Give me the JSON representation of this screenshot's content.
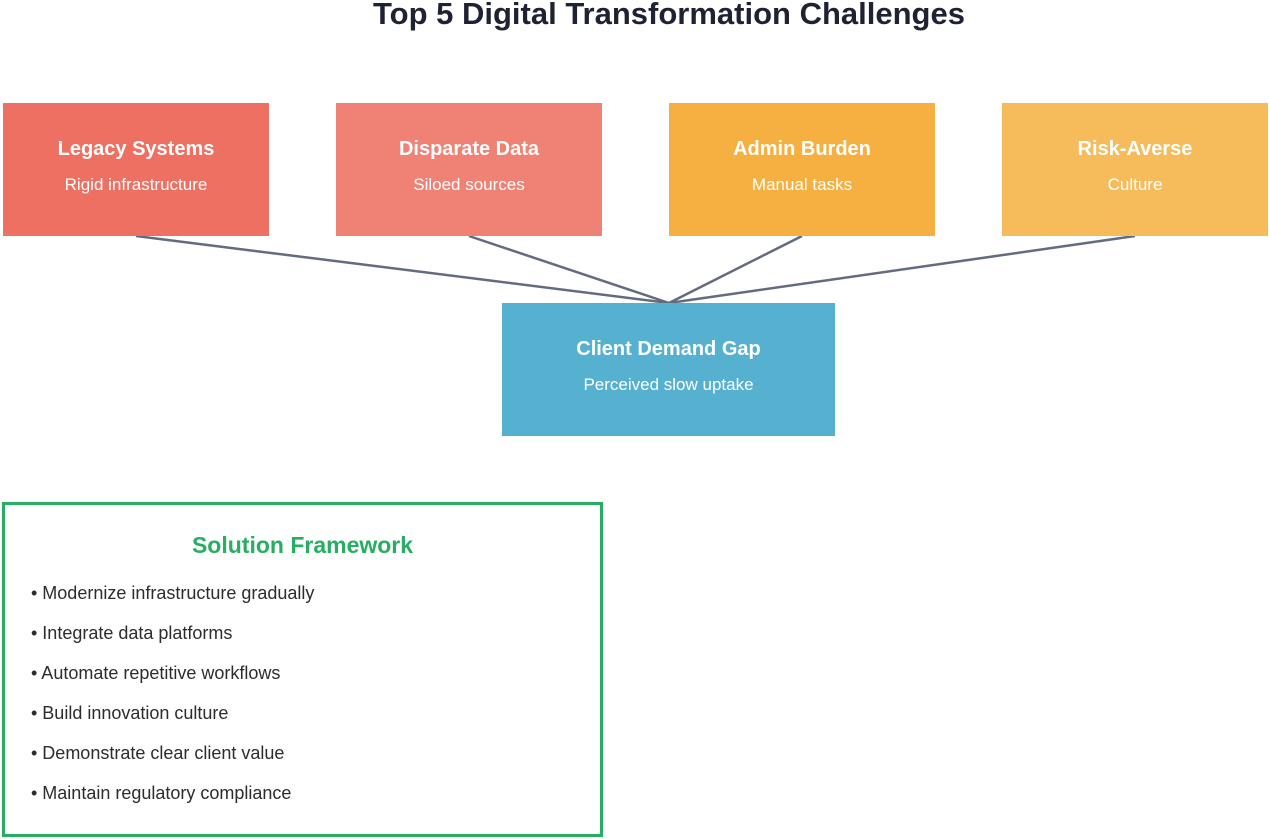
{
  "title": "Top 5 Digital Transformation Challenges",
  "colors": {
    "legacy": "#ed7062",
    "data": "#ef8275",
    "admin": "#f5b041",
    "risk": "#f6bc5c",
    "gap": "#56b1d0",
    "connector": "#636b80",
    "solution_accent": "#27ae60"
  },
  "challenges": [
    {
      "title": "Legacy Systems",
      "subtitle": "Rigid infrastructure"
    },
    {
      "title": "Disparate Data",
      "subtitle": "Siloed sources"
    },
    {
      "title": "Admin Burden",
      "subtitle": "Manual tasks"
    },
    {
      "title": "Risk-Averse",
      "subtitle": "Culture"
    }
  ],
  "central": {
    "title": "Client Demand Gap",
    "subtitle": "Perceived slow uptake"
  },
  "solution": {
    "title": "Solution Framework",
    "items": [
      "• Modernize infrastructure gradually",
      "• Integrate data platforms",
      "• Automate repetitive workflows",
      "• Build innovation culture",
      "• Demonstrate clear client value",
      "• Maintain regulatory compliance"
    ]
  }
}
